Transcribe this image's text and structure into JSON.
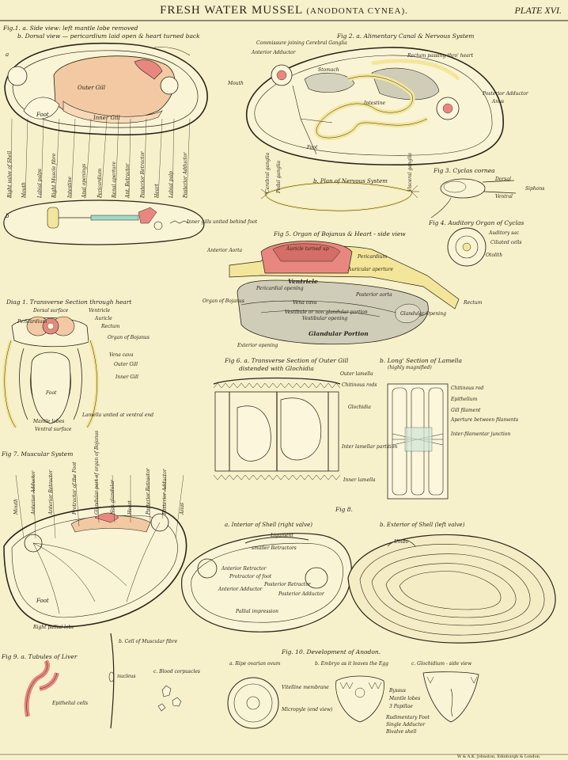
{
  "plate": {
    "title": "FRESH WATER MUSSEL",
    "subtitle": "(ANODONTA CYNEA).",
    "plate_no": "PLATE XVI.",
    "imprint": "W & A.K. Johnston, Edinburgh & London."
  },
  "fig1": {
    "caption_a": "Fig.1. a. Side view: left mantle lobe removed",
    "caption_b": "b. Dorsal view — pericardium laid open & heart turned back",
    "a": "a",
    "b": "b",
    "outer_gill": "Outer Gill",
    "inner_gill": "Inner Gill",
    "foot": "Foot",
    "rotated": [
      "Right valve of Shell",
      "Mouth",
      "Labial palps",
      "Right Muscle fibre",
      "Intestine",
      "Anal openings",
      "Pericardium",
      "Renal aperture",
      "Ant. Retractor",
      "Posterior Retractor",
      "Heart",
      "Labial palp",
      "Posterior Adductor"
    ],
    "gills_united": "Inner gills united behind foot"
  },
  "fig2": {
    "caption": "Fig 2. a. Alimentary Canal & Nervous System",
    "commissure": "Commissure joining Cerebral Ganglia",
    "anterior_adductor": "Anterior Adductor",
    "stomach": "Stomach",
    "rectum": "Rectum passing thro' heart",
    "mouth": "Mouth",
    "posterior_adductor": "Posterior Adductor",
    "anus": "Anus",
    "intestine": "Intestine",
    "foot": "Foot",
    "plan": "b. Plan of Nervous System",
    "ganglia": [
      "Cerebral ganglia",
      "Pedal ganglia",
      "Visceral ganglia"
    ]
  },
  "fig3": {
    "caption": "Fig 3. Cyclas cornea",
    "dorsal": "Dorsal",
    "ventral": "Ventral",
    "siphons": "Siphons"
  },
  "fig4": {
    "caption": "Fig 4. Auditory Organ of Cyclas",
    "auditory_sac": "Auditory sac",
    "ciliated_cells": "Ciliated cells",
    "otolith": "Otolith"
  },
  "fig5": {
    "caption": "Fig 5. Organ of Bojanus & Heart - side view",
    "anterior_aorta": "Anterior Aorta",
    "auricle": "Auricle turned up",
    "pericardium": "Pericardium",
    "auricular_aperture": "Auricular aperture",
    "ventricle": "Ventricle",
    "pericardial_opening": "Pericardial opening",
    "posterior_aorta": "Posterior aorta",
    "rectum": "Rectum",
    "organ_bojanus": "Organ of Bojanus",
    "vena_cava": "Vena cava",
    "vestibule": "Vestibule or non glandular portion",
    "vestibular_opening": "Vestibular opening",
    "glandular_opening": "Glandular Opening",
    "glandular_portion": "Glandular Portion",
    "exterior_opening": "Exterior opening"
  },
  "diag1": {
    "caption": "Diag 1. Transverse Section through heart",
    "dorsal_surface": "Dorsal surface",
    "ventricle": "Ventricle",
    "auricle": "Auricle",
    "pericardium": "Pericardium",
    "rectum": "Rectum",
    "organ_bojanus": "Organ of Bojanus",
    "vena_cava": "Vena cava",
    "outer_gill": "Outer Gill",
    "inner_gill": "Inner Gill",
    "foot": "Foot",
    "mantle_lobes": "Mantle lobes",
    "ventral_surface": "Ventral surface",
    "lamella": "Lamella united at ventral end"
  },
  "fig6": {
    "caption_a": "Fig 6. a. Transverse Section of Outer Gill",
    "caption_a2": "distended with Glochidia",
    "outer_lamella": "Outer lamella",
    "chitinous_rods": "Chitinous rods",
    "glochidia": "Glochidia",
    "inter_lamellar": "Inter lamellar partition",
    "inner_lamella": "Inner lamella",
    "caption_b": "b. Long' Section of Lamella",
    "caption_b2": "(highly magnified)",
    "chitinous_rod": "Chitinous rod",
    "epithelium": "Epithelium",
    "gill_filament": "Gill filament",
    "aperture": "Aperture between filaments",
    "inter_filamentar": "Inter-filamentar junction"
  },
  "fig7": {
    "caption": "Fig 7. Muscular System",
    "rotated": [
      "Mouth",
      "Anterior Adductor",
      "Anterior Retractor",
      "Protractor of the Foot",
      "Glandular part of organ of Bojanus",
      "Non glandular",
      "Heart",
      "Posterior Retractor",
      "Posterior Adductor",
      "Anus"
    ],
    "foot": "Foot",
    "pallial": "Right pallial lobe"
  },
  "fig8": {
    "caption": "Fig 8.",
    "interior": "a. Interior of Shell (right valve)",
    "exterior": "b. Exterior of Shell (left valve)",
    "ligament": "Ligament",
    "smaller_retractors": "smaller Retractors",
    "anterior_retractor": "Anterior Retractor",
    "protractor": "Protractor of foot",
    "posterior_retractor": "Posterior Retractor",
    "anterior_adductor": "Anterior Adductor",
    "posterior_adductor": "Posterior Adductor",
    "pallial": "Pallial impression",
    "umbo": "Umbo"
  },
  "fig9": {
    "caption_a": "Fig 9. a. Tubules of Liver",
    "caption_b": "b. Cell of Muscular fibre",
    "caption_c": "c. Blood corpuscles",
    "nucleus": "nucleus",
    "epithelial": "Epithelial cells"
  },
  "fig10": {
    "caption": "Fig. 10. Development of Anodon.",
    "a": "a. Ripe ovarian ovum",
    "b": "b. Embryo as it leaves the Egg",
    "c": "c. Glochidium - side view",
    "vitelline": "Vitelline membrane",
    "micropyle": "Micropyle (end view)",
    "byssus": "Byssus",
    "mantle_lobes": "Mantle lobes",
    "papillae": "3 Papillae",
    "rudimentary_foot": "Rudimentary Foot",
    "single_adductor": "Single Adductor",
    "bivalve_shell": "Bivalve shell"
  },
  "colors": {
    "paper": "#f7f1cb",
    "gill": "#f2c9a2",
    "heart_red": "#e8877f",
    "yellow_nerve": "#f3e69a",
    "gland_grey": "#cfccb8",
    "blue_green": "#9fd9c9",
    "ink": "#2a2418"
  }
}
